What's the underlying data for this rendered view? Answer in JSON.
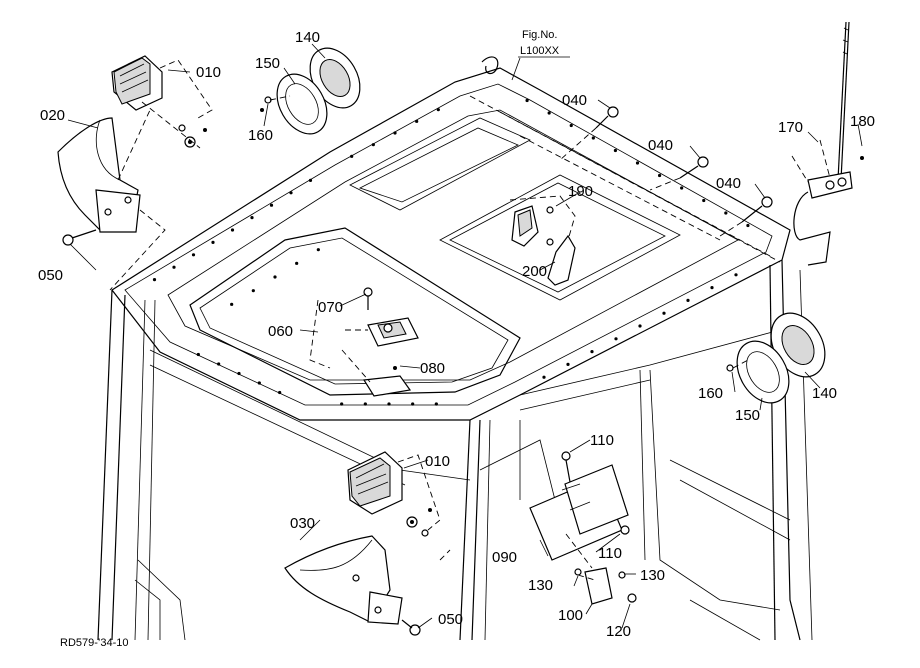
{
  "figure": {
    "fig_no_label": "Fig.No.",
    "fig_no_value": "L100XX",
    "drawing_code": "RD579-’34-10"
  },
  "parts": {
    "p010_upper": "010",
    "p010_lower": "010",
    "p020": "020",
    "p030": "030",
    "p040_a": "040",
    "p040_b": "040",
    "p040_c": "040",
    "p050_upper": "050",
    "p050_lower": "050",
    "p060": "060",
    "p070": "070",
    "p080": "080",
    "p090": "090",
    "p100": "100",
    "p110_upper": "110",
    "p110_lower": "110",
    "p120": "120",
    "p130_left": "130",
    "p130_right": "130",
    "p140_upper": "140",
    "p140_right": "140",
    "p150_upper": "150",
    "p150_right": "150",
    "p160_upper": "160",
    "p160_right": "160",
    "p170": "170",
    "p180": "180",
    "p190": "190",
    "p200": "200"
  }
}
